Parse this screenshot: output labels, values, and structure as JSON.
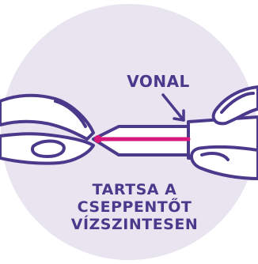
{
  "illustration": {
    "callout_label": "VONAL",
    "instruction_lines": [
      "TARTSA A",
      "CSEPPENTŐT",
      "VÍZSZINTESEN"
    ]
  },
  "colors": {
    "circle_background": "#e8e4f0",
    "outline": "#4b3a8c",
    "fill_line": "#d6197a",
    "white": "#ffffff"
  }
}
